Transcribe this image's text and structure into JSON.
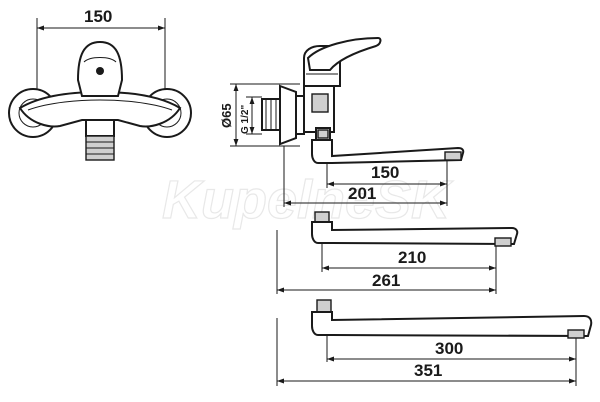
{
  "watermark": "KupelneSK",
  "front_view": {
    "width_dim": "150"
  },
  "side_view": {
    "rosette_diameter": "Ø65",
    "thread": "G 1/2\""
  },
  "spouts": [
    {
      "reach_dim": "150",
      "total_dim": "201"
    },
    {
      "reach_dim": "210",
      "total_dim": "261"
    },
    {
      "reach_dim": "300",
      "total_dim": "351"
    }
  ]
}
